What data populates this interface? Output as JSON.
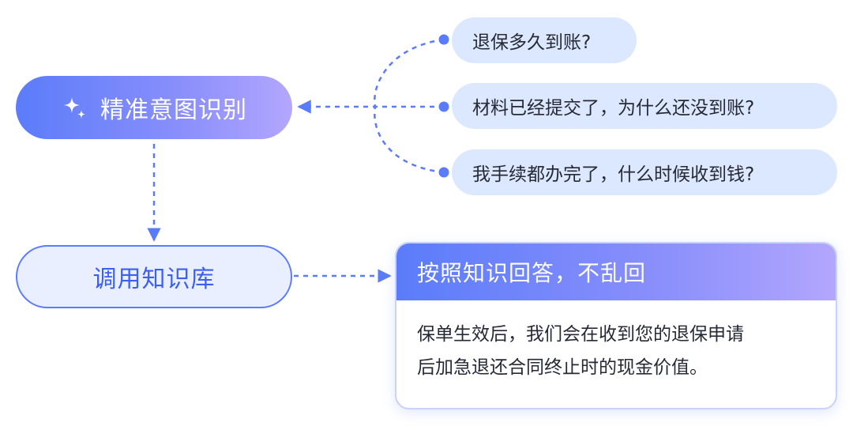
{
  "intent_node": {
    "label": "精准意图识别",
    "icon": "sparkle-icon"
  },
  "knowledge_node": {
    "label": "调用知识库"
  },
  "questions": [
    "退保多久到账?",
    "材料已经提交了，为什么还没到账?",
    "我手续都办完了，什么时候收到钱?"
  ],
  "answer": {
    "title": "按照知识回答，不乱回",
    "lines": [
      "保单生效后，我们会在收到您的退保申请",
      "后加急退还合同终止时的现金价值。"
    ]
  },
  "colors": {
    "primary": "#5b7cfa",
    "gradient_end": "#b3a6fd",
    "question_bg": "#dce8ff",
    "knowledge_bg": "#e9efff"
  }
}
